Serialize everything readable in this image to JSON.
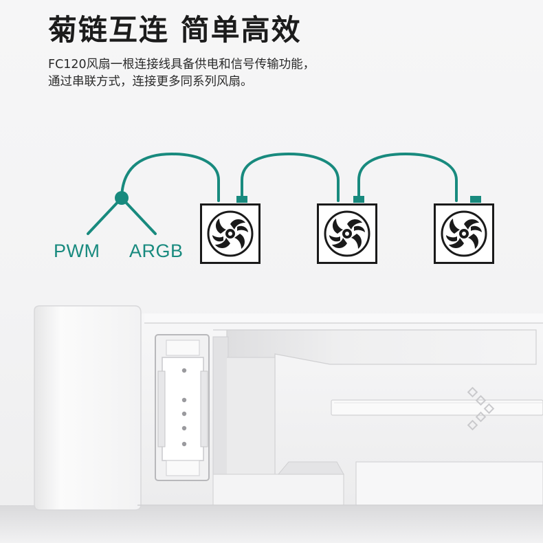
{
  "headline": {
    "title": "菊链互连  简单高效"
  },
  "description": {
    "line1": "FC120风扇一根连接线具备供电和信号传输功能，",
    "line2": "通过串联方式，连接更多同系列风扇。"
  },
  "diagram": {
    "input_labels": [
      "PWM",
      "ARGB"
    ],
    "fans": [
      {
        "icon": "fan-icon"
      },
      {
        "icon": "fan-icon"
      },
      {
        "icon": "fan-icon"
      }
    ],
    "colors": {
      "cable": "#188a7e",
      "fan_outline": "#1a1a1a"
    }
  },
  "product": {
    "icon": "connector-product-photo",
    "pin_count": 5
  }
}
